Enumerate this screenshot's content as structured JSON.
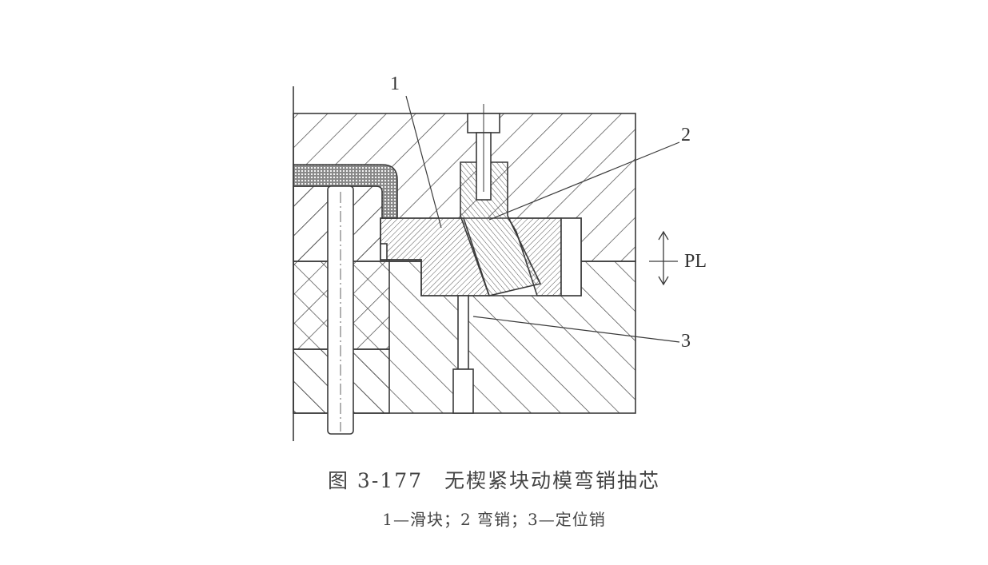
{
  "figure": {
    "callouts": {
      "slider": "1",
      "bent_pin": "2",
      "locating_pin": "3",
      "parting_line": "PL"
    },
    "caption_title": "图 3-177　无楔紧块动模弯销抽芯",
    "caption_legend": "1—滑块；2 弯销；3—定位销"
  },
  "colors": {
    "line": "#3a3a3a",
    "background": "#ffffff"
  }
}
